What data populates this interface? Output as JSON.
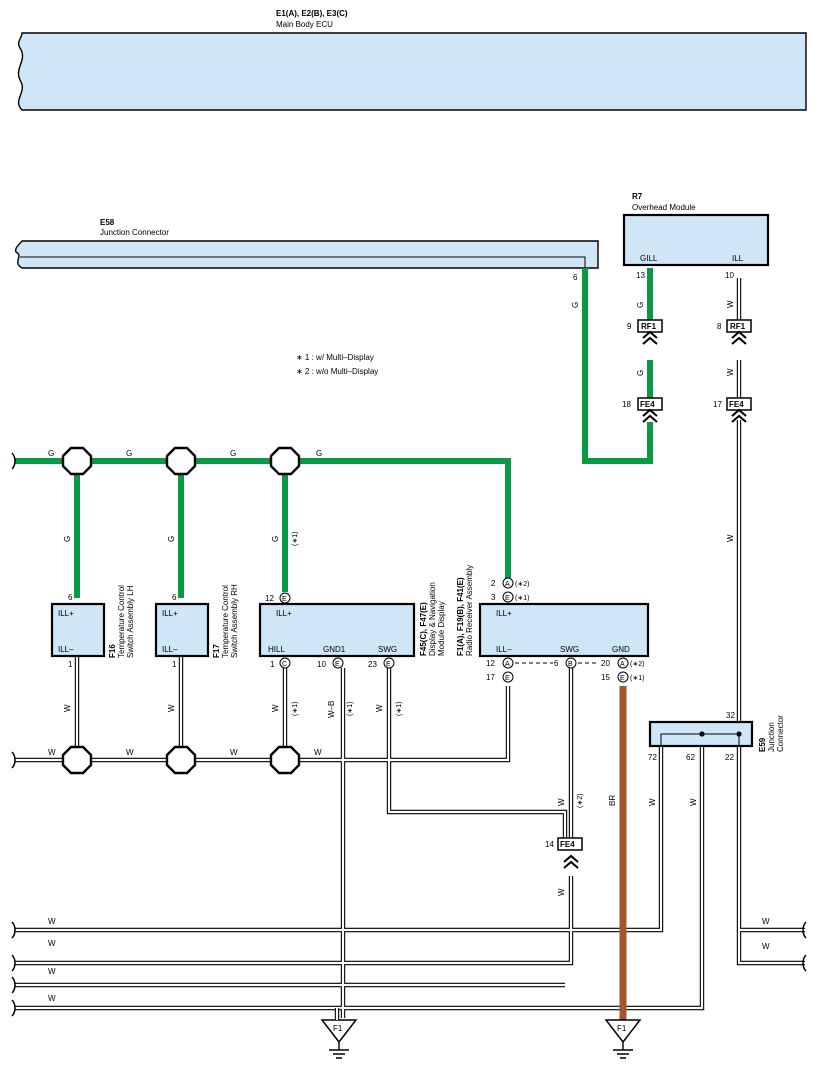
{
  "ecu_top": {
    "ids": "E1(A), E2(B), E3(C)",
    "name": "Main Body ECU"
  },
  "e58": {
    "id": "E58",
    "name": "Junction Connector",
    "pin": "6"
  },
  "r7": {
    "id": "R7",
    "name": "Overhead Module",
    "pin_gill": "GILL",
    "pin_ill": "ILL",
    "pin_gill_num": "13",
    "pin_ill_num": "10"
  },
  "legend": {
    "note1": "∗ 1 : w/ Multi–Display",
    "note2": "∗ 2 : w/o Multi–Display"
  },
  "connectors": {
    "rf1": "RF1",
    "fe4": "FE4",
    "rf1_gill_pin": "9",
    "rf1_ill_pin": "8",
    "fe4_gill_pin": "18",
    "fe4_ill_pin": "17",
    "fe4_swg_pin": "14"
  },
  "f16": {
    "id": "F16",
    "name": "Temperature Control",
    "name2": "Switch Assembly LH",
    "top_label": "ILL+",
    "bottom_label": "ILL–",
    "top_pin": "6",
    "bottom_pin": "1"
  },
  "f17": {
    "id": "F17",
    "name": "Temperature Control",
    "name2": "Switch Assembly RH",
    "top_label": "ILL+",
    "bottom_label": "ILL–",
    "top_pin": "6",
    "bottom_pin": "1"
  },
  "disp": {
    "id": "F45(C), F47(E)",
    "name": "Display & Navigation",
    "name2": "Module Display",
    "top_label": "ILL+",
    "top_pin": "12",
    "top_pin_letter": "E",
    "hill": "HILL",
    "gnd1": "GND1",
    "swg": "SWG",
    "hill_pin": "1",
    "hill_letter": "C",
    "gnd1_pin": "10",
    "gnd1_letter": "E",
    "swg_pin": "23",
    "swg_letter": "E"
  },
  "radio": {
    "id": "F1(A), F19(B), F41(E)",
    "name": "Radio Receiver Assembly",
    "top_label": "ILL+",
    "ill_minus": "ILL–",
    "swg": "SWG",
    "gnd": "GND",
    "top_pin_a": "2",
    "top_letter_a": "A",
    "top_note_a": "(∗2)",
    "top_pin_e": "3",
    "top_letter_e": "E",
    "top_note_e": "(∗1)",
    "ill_minus_pin_a": "12",
    "ill_minus_letter_a": "A",
    "ill_minus_pin_e": "17",
    "ill_minus_letter_e": "E",
    "swg_pin": "6",
    "swg_letter": "B",
    "gnd_pin_a": "20",
    "gnd_letter_a": "A",
    "gnd_note_a": "(∗2)",
    "gnd_pin_e": "15",
    "gnd_letter_e": "E",
    "gnd_note_e": "(∗1)"
  },
  "e59": {
    "id": "E59",
    "name": "Junction",
    "name2": "Connector",
    "pin_top": "32",
    "pin_a": "72",
    "pin_b": "62",
    "pin_c": "22"
  },
  "ground": {
    "label": "F1"
  },
  "wire_labels": {
    "g": "G",
    "w": "W",
    "wb": "W–B",
    "br": "BR",
    "n1": "(∗1)",
    "n2": "(∗2)"
  }
}
